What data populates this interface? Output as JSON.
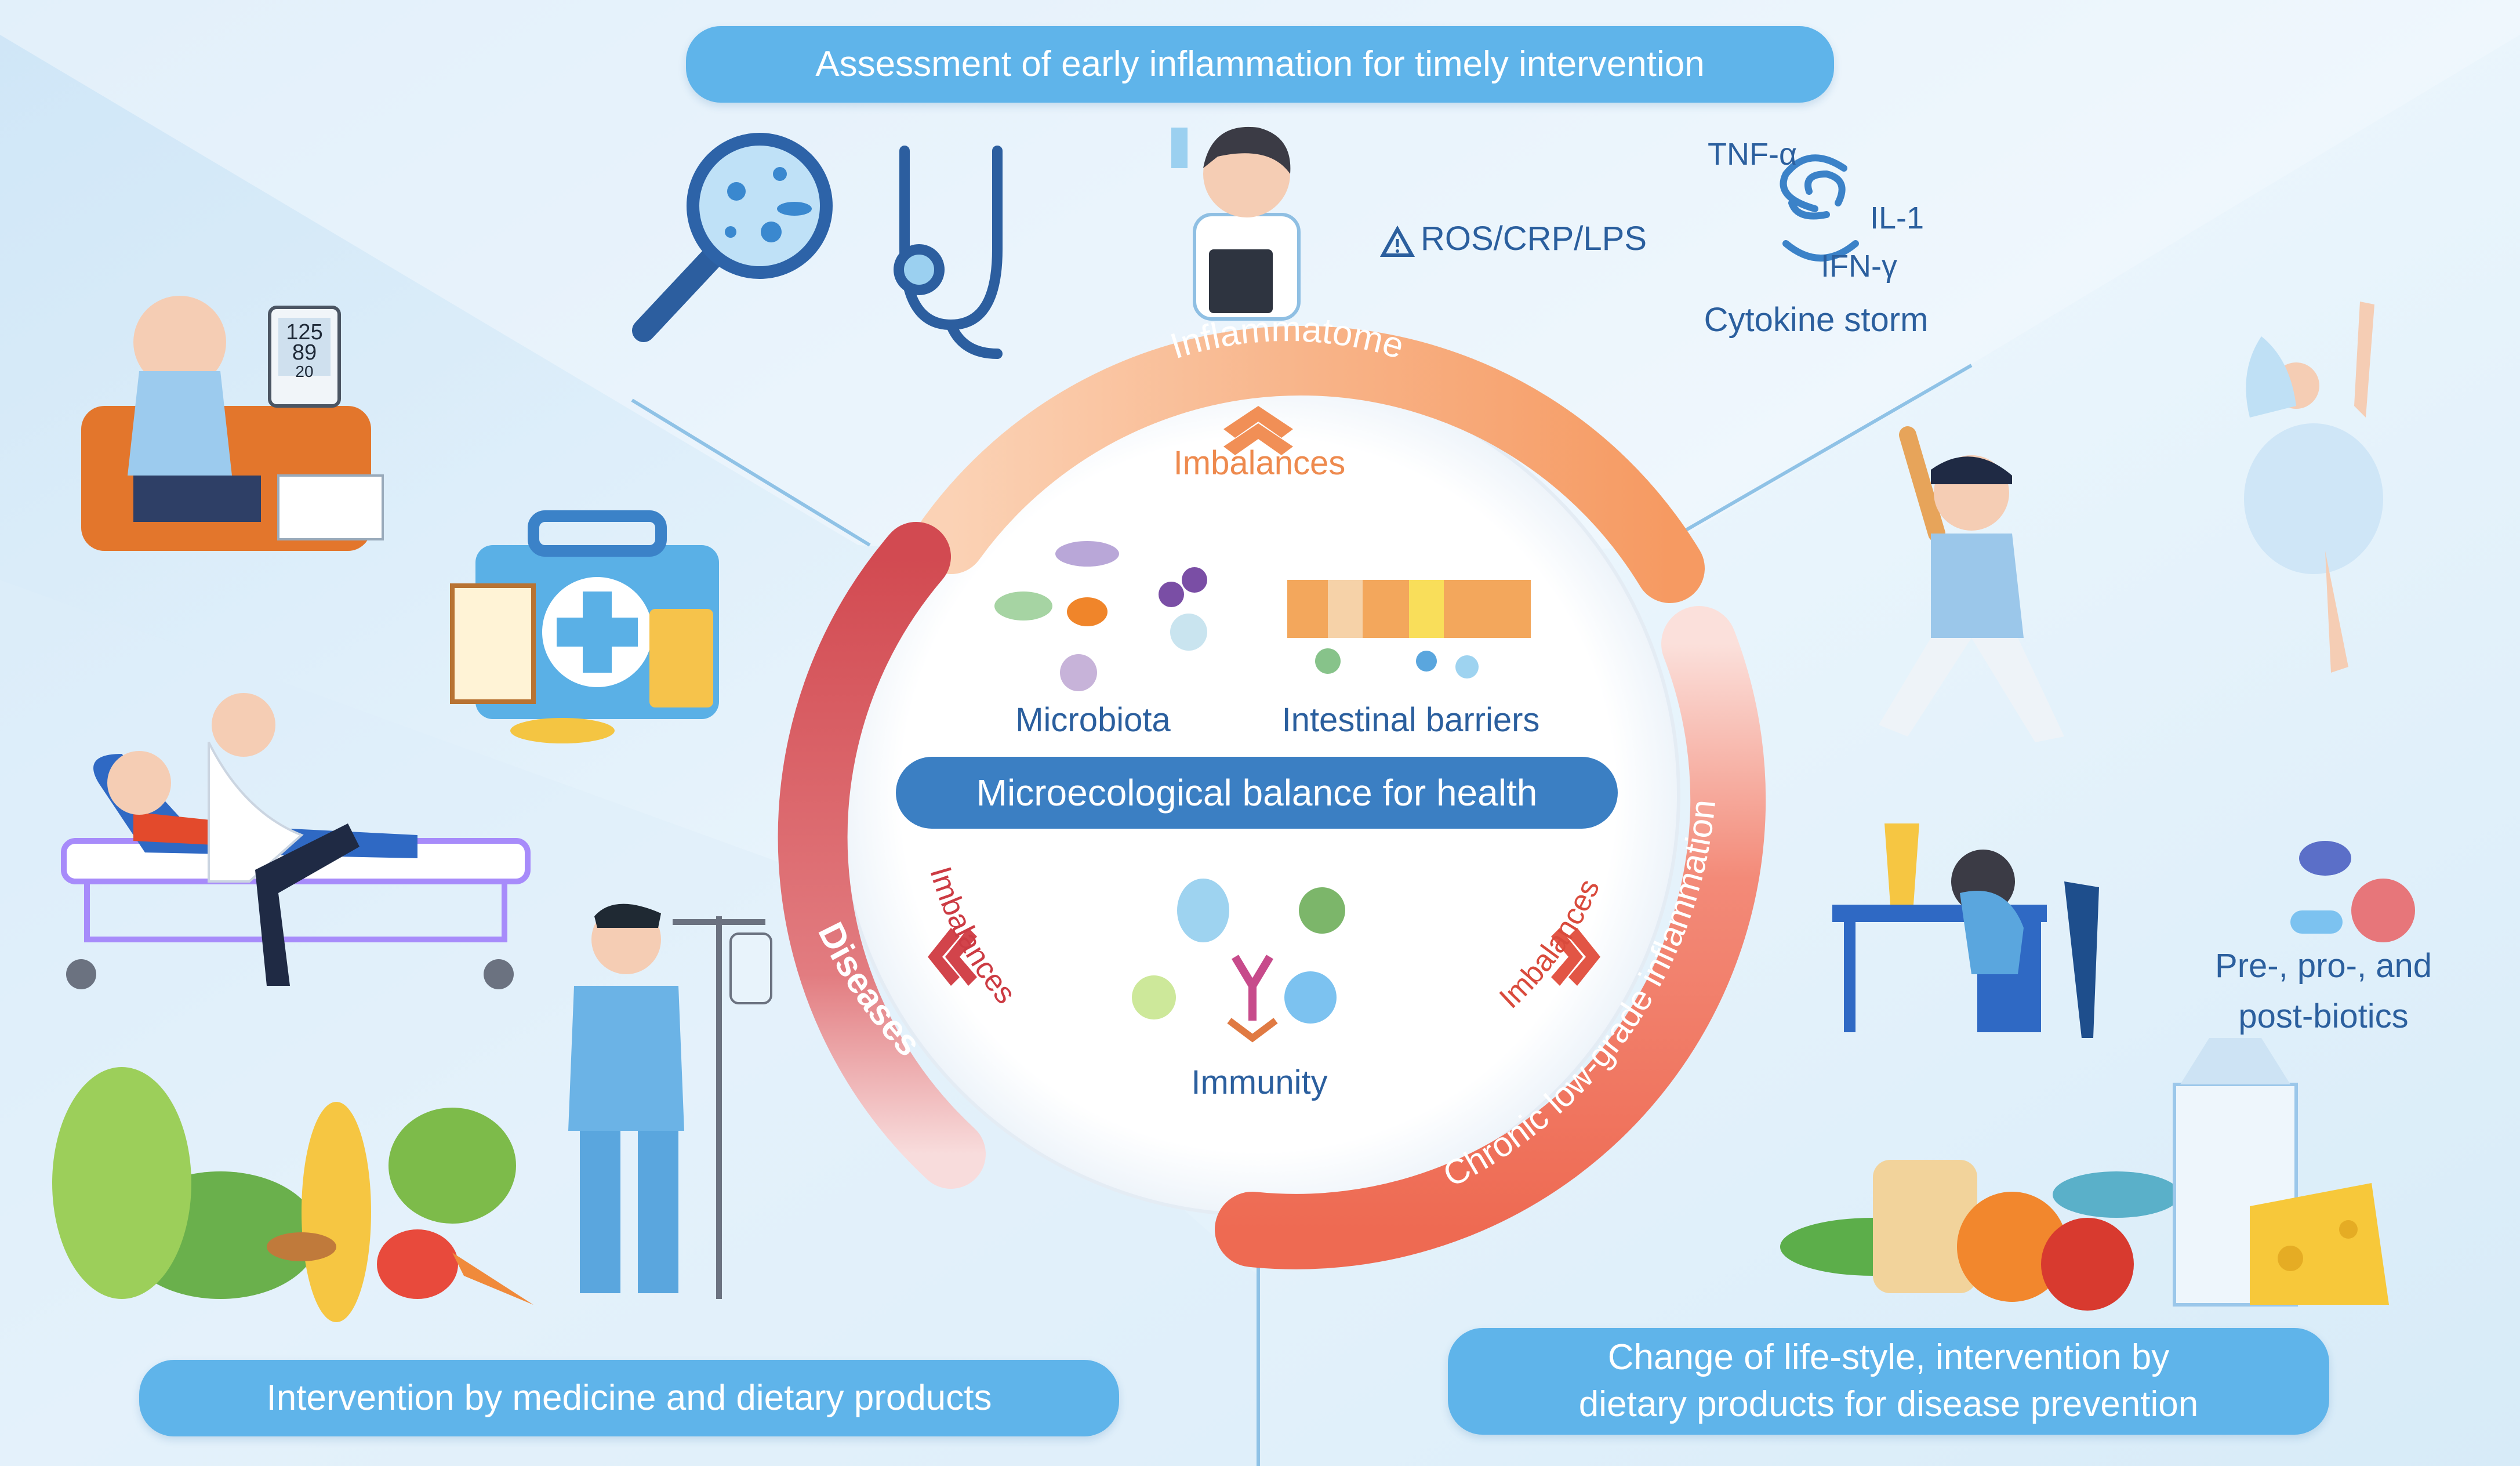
{
  "top_banner": "Assessment of early inflammation for timely intervention",
  "warning_text": "ROS/CRP/LPS",
  "cytokines": {
    "tnf": "TNF-α",
    "il1": "IL-1",
    "ifn": "IFN-γ",
    "storm": "Cytokine storm"
  },
  "ring": {
    "inflammatome": "Inflammatome",
    "diseases": "Diseases",
    "chronic": "Chronic low-grade inflammation",
    "imbalances": "Imbalances"
  },
  "center": {
    "microbiota": "Microbiota",
    "barriers": "Intestinal barriers",
    "banner": "Microecological balance for health",
    "immunity": "Immunity"
  },
  "right_label": {
    "line1": "Pre-, pro-, and",
    "line2": "post-biotics"
  },
  "bottom_left_banner": "Intervention by medicine and dietary products",
  "bottom_right_banner": {
    "line1": "Change of life-style, intervention by",
    "line2": "dietary products for disease prevention"
  },
  "monitor_readings": [
    "125",
    "89",
    "20"
  ],
  "colors": {
    "banner_blue": "#5fb4ea",
    "center_banner": "#3b7fc3",
    "label_blue": "#2b5f9e",
    "ring_orange": "#f7a36f",
    "ring_red": "#d44c52",
    "ring_coral": "#ef6d55"
  }
}
